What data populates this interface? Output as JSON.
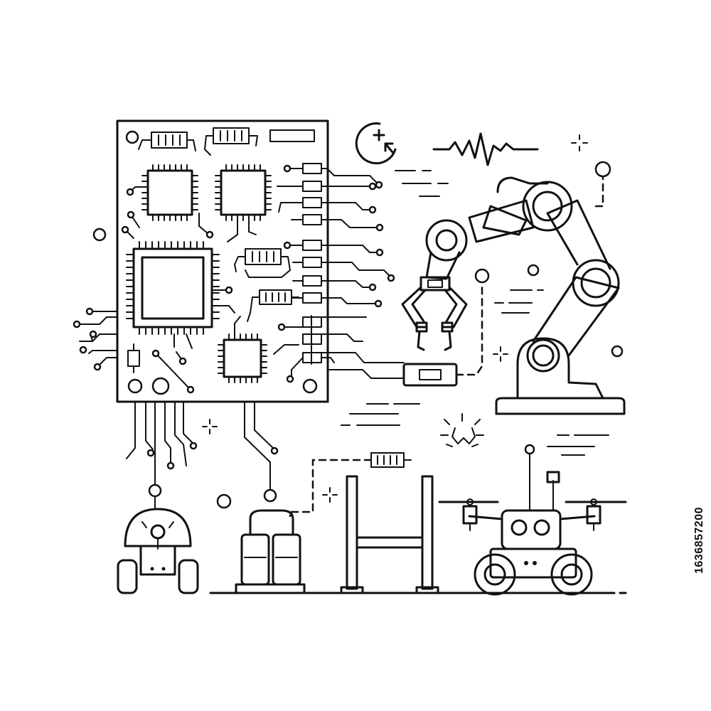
{
  "illustration": {
    "theme_color": "#111111",
    "background": "#ffffff",
    "elements": [
      "circuit-board",
      "robotic-arm",
      "drone-rover",
      "small-rover-robot",
      "chemical-flasks",
      "gate-frame",
      "resistor-icon",
      "signal-wave-icon",
      "add-target-icon",
      "sparkle-icon"
    ]
  },
  "watermark": {
    "stock_id": "1636857200"
  }
}
